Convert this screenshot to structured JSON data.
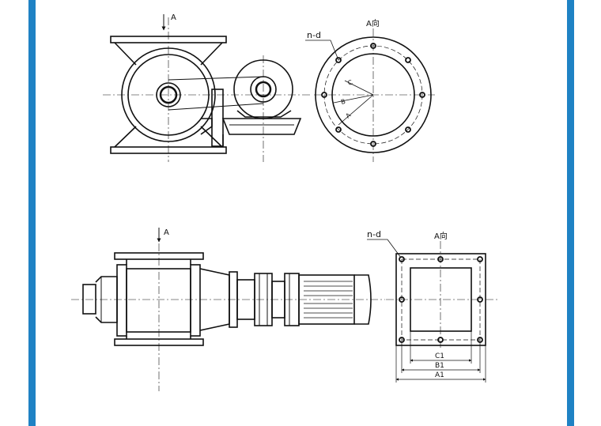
{
  "colors": {
    "frame_blue": "#1f82c4",
    "ink": "#111111",
    "background": "#ffffff"
  },
  "top_figure": {
    "side_view_arrow_label": "A",
    "flange_view": {
      "title": "A向",
      "bolt_callout": "n-d",
      "dim_labels": [
        "C",
        "B",
        "A"
      ]
    }
  },
  "bottom_figure": {
    "side_view_arrow_label": "A",
    "flange_view": {
      "title": "A向",
      "bolt_callout": "n-d",
      "dim_labels": [
        "C1",
        "B1",
        "A1"
      ]
    }
  }
}
